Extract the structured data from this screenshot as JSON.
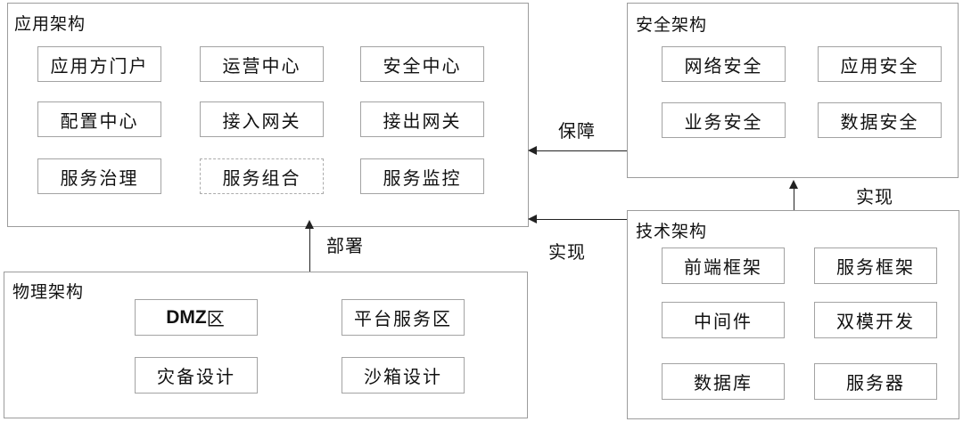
{
  "colors": {
    "background": "#ffffff",
    "container_border": "#9c9c9c",
    "box_border": "#a3a3a3",
    "dashed_box_border": "#ababab",
    "arrow": "#222222",
    "text": "#111111"
  },
  "sections": {
    "app": {
      "title": "应用架构",
      "boxes": [
        {
          "label": "应用方门户"
        },
        {
          "label": "运营中心"
        },
        {
          "label": "安全中心"
        },
        {
          "label": "配置中心"
        },
        {
          "label": "接入网关"
        },
        {
          "label": "接出网关"
        },
        {
          "label": "服务治理"
        },
        {
          "label": "服务组合"
        },
        {
          "label": "服务监控"
        }
      ]
    },
    "security": {
      "title": "安全架构",
      "boxes": [
        {
          "label": "网络安全"
        },
        {
          "label": "应用安全"
        },
        {
          "label": "业务安全"
        },
        {
          "label": "数据安全"
        }
      ]
    },
    "tech": {
      "title": "技术架构",
      "boxes": [
        {
          "label": "前端框架"
        },
        {
          "label": "服务框架"
        },
        {
          "label": "中间件"
        },
        {
          "label": "双模开发"
        },
        {
          "label": "数据库"
        },
        {
          "label": "服务器"
        }
      ]
    },
    "physical": {
      "title": "物理架构",
      "boxes": [
        {
          "label_bold": "DMZ",
          "label": "区"
        },
        {
          "label": "平台服务区"
        },
        {
          "label": "灾备设计"
        },
        {
          "label": "沙箱设计"
        }
      ]
    }
  },
  "arrows": {
    "guarantee": {
      "label": "保障"
    },
    "realize_upper": {
      "label": "实现"
    },
    "realize_lower": {
      "label": "实现"
    },
    "deploy": {
      "label": "部署"
    }
  }
}
